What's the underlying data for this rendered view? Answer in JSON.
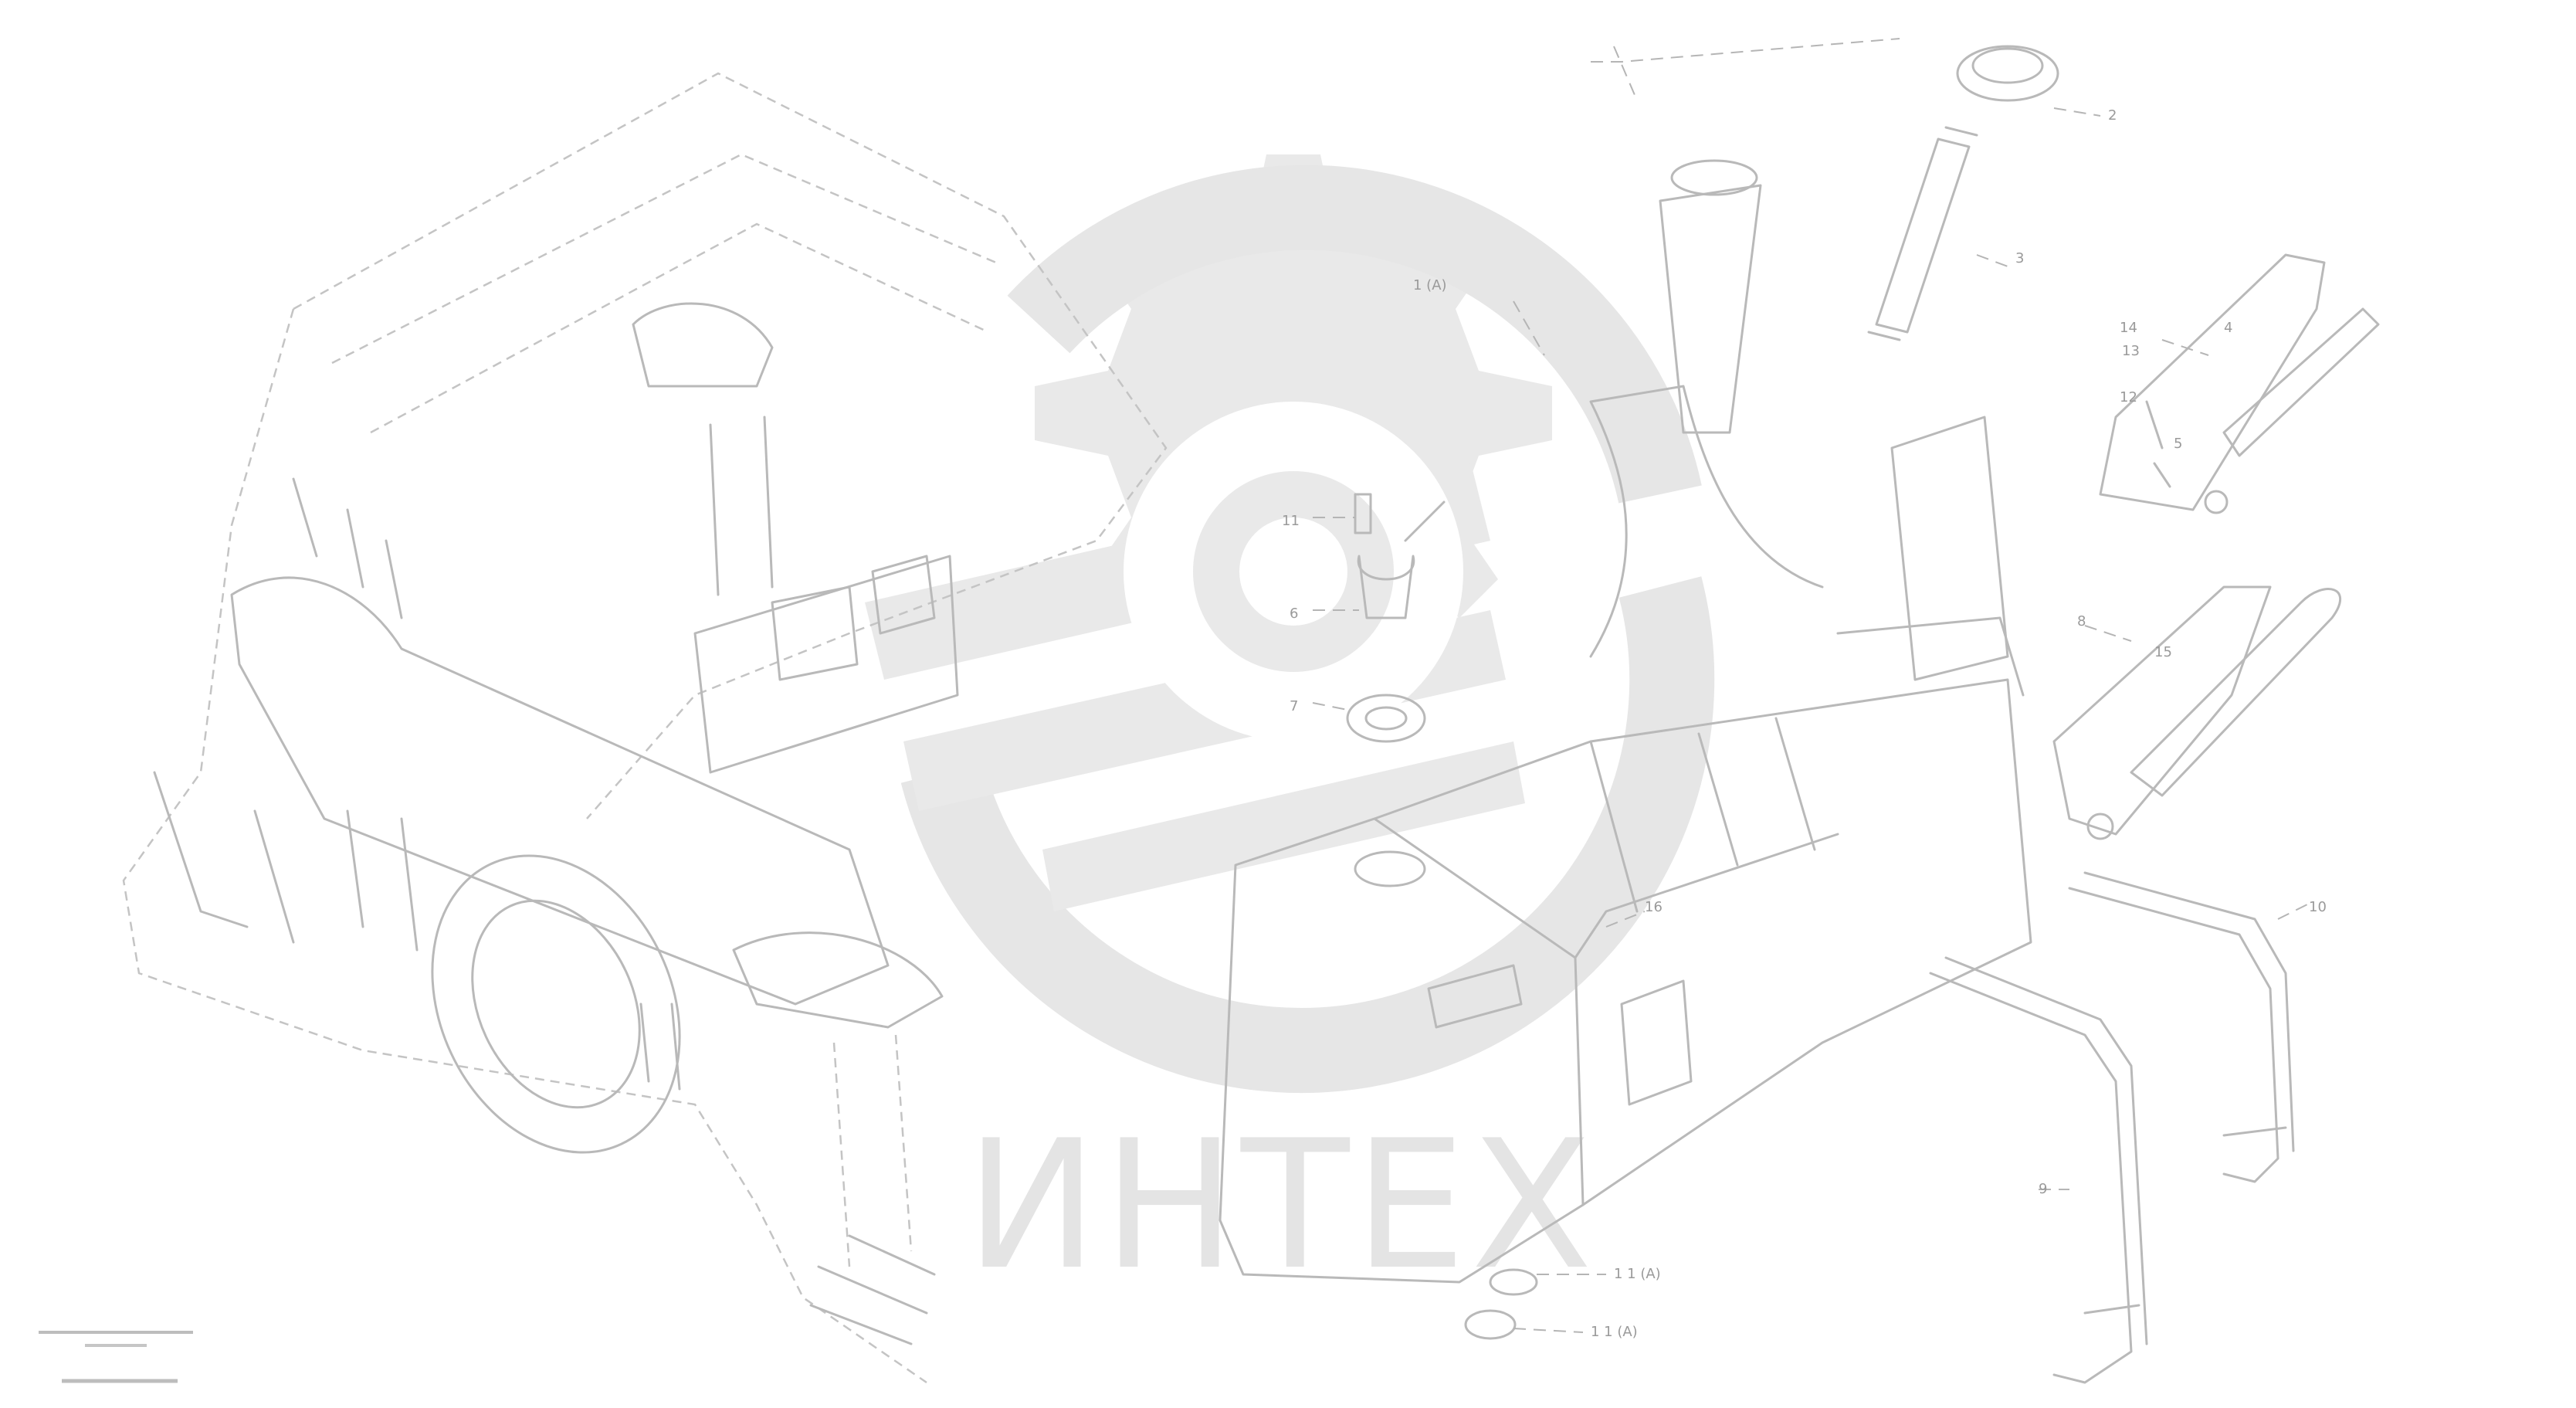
{
  "watermark": {
    "text": "ИНТЕХ"
  },
  "callouts": [
    {
      "id": "c1",
      "text": "1 (A)"
    },
    {
      "id": "c2",
      "text": "2"
    },
    {
      "id": "c3",
      "text": "3"
    },
    {
      "id": "c4",
      "text": "4"
    },
    {
      "id": "c5",
      "text": "5"
    },
    {
      "id": "c6",
      "text": "6"
    },
    {
      "id": "c7",
      "text": "7"
    },
    {
      "id": "c8",
      "text": "8"
    },
    {
      "id": "c9",
      "text": "9"
    },
    {
      "id": "c10",
      "text": "10"
    },
    {
      "id": "c11",
      "text": "11"
    },
    {
      "id": "c12",
      "text": "12"
    },
    {
      "id": "c13",
      "text": "13"
    },
    {
      "id": "c14",
      "text": "14"
    },
    {
      "id": "c15",
      "text": "15"
    },
    {
      "id": "c16",
      "text": "16"
    },
    {
      "id": "c17",
      "text": "1 1 (A)"
    },
    {
      "id": "c18",
      "text": "1 1 (A)"
    }
  ],
  "drawing_stamp": {
    "line1": "",
    "line2": "",
    "line3": ""
  }
}
